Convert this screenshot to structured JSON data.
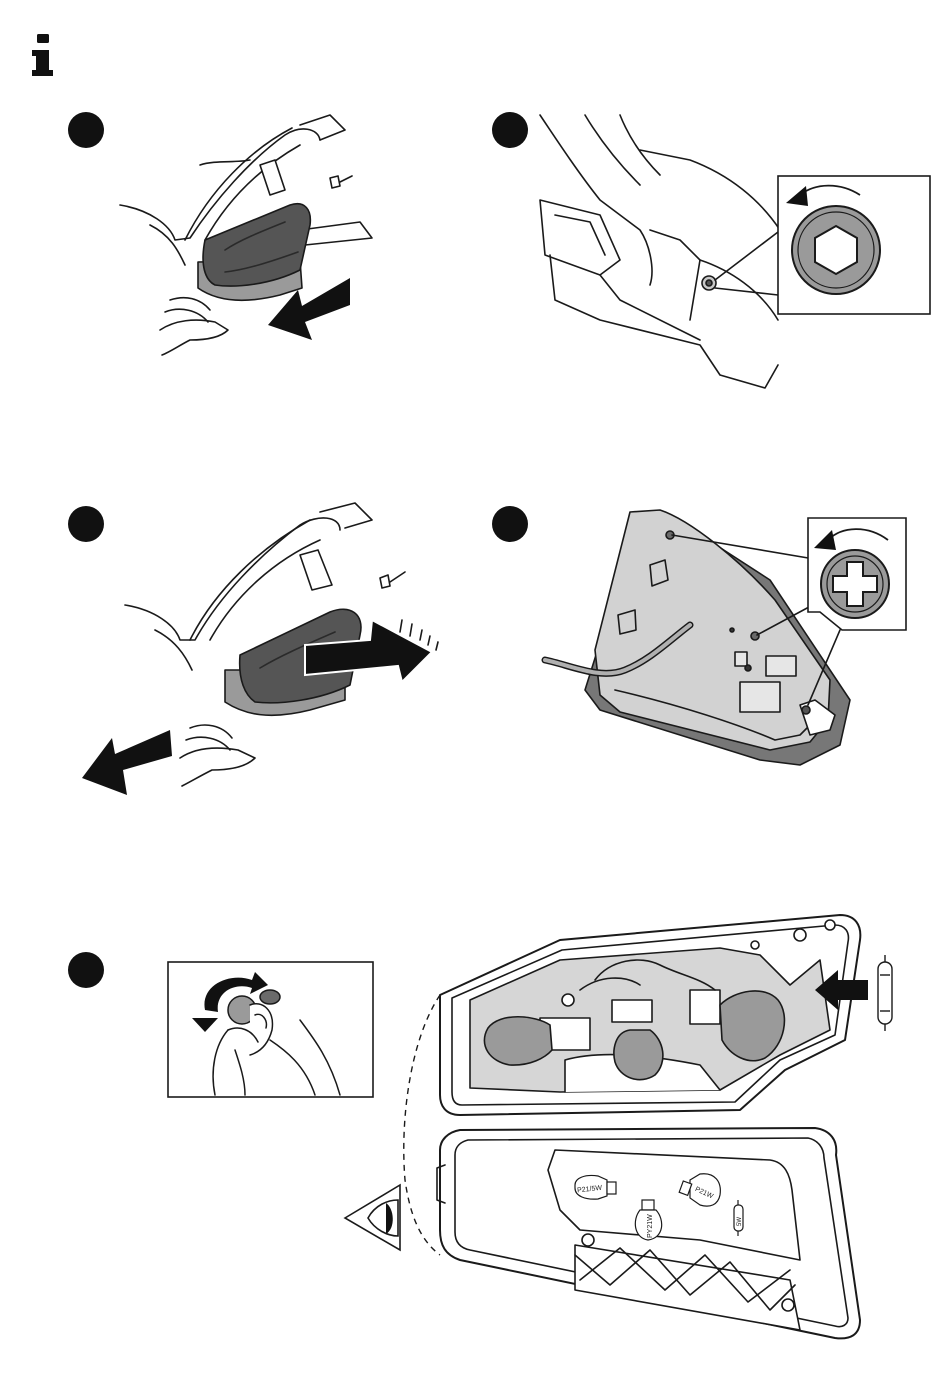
{
  "page": {
    "info_icon": "info-icon"
  },
  "steps": [
    {
      "id": 1,
      "marker": "step-marker-filled-circle",
      "topic": "slide-off-light-housing"
    },
    {
      "id": 2,
      "marker": "step-marker-filled-circle",
      "topic": "loosen-hex-screw",
      "icon": "hex-socket-icon",
      "rotation": "counter-clockwise"
    },
    {
      "id": 3,
      "marker": "step-marker-filled-circle",
      "topic": "push-and-pull-housing"
    },
    {
      "id": 4,
      "marker": "step-marker-filled-circle",
      "topic": "loosen-phillips-screws",
      "icon": "phillips-screw-icon",
      "rotation": "counter-clockwise"
    },
    {
      "id": 5,
      "marker": "step-marker-filled-circle",
      "topic": "replace-bulbs"
    }
  ],
  "bulbs": [
    {
      "label": "P21/5W"
    },
    {
      "label": "P21W"
    },
    {
      "label": "PY21W"
    },
    {
      "label": "5W"
    }
  ],
  "colors": {
    "line": "#1a1a1a",
    "fill_grey": "#9a9a9a",
    "fill_dark": "#555555",
    "fill_light": "#d6d6d6",
    "marker": "#111111"
  }
}
